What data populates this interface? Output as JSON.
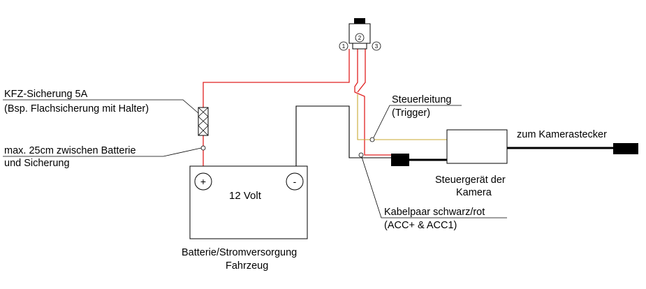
{
  "labels": {
    "fuse_title": "KFZ-Sicherung 5A",
    "fuse_sub": "(Bsp. Flachsicherung mit Halter)",
    "distance_line1": "max. 25cm zwischen Batterie",
    "distance_line2": "und Sicherung",
    "trigger_title": "Steuerleitung",
    "trigger_sub": "(Trigger)",
    "camera_plug": "zum Kamerastecker",
    "control_unit_line1": "Steuergerät der",
    "control_unit_line2": "Kamera",
    "cable_pair_title": "Kabelpaar schwarz/rot",
    "cable_pair_sub": "(ACC+ & ACC1)",
    "battery_voltage": "12 Volt",
    "battery_line1": "Batterie/Stromversorgung",
    "battery_line2": "Fahrzeug",
    "battery_plus": "+",
    "battery_minus": "-"
  },
  "switch": {
    "pins": [
      "1",
      "2",
      "3"
    ]
  },
  "colors": {
    "wire_red": "#e02020",
    "wire_yellow": "#c8a832",
    "wire_black": "#000000"
  }
}
